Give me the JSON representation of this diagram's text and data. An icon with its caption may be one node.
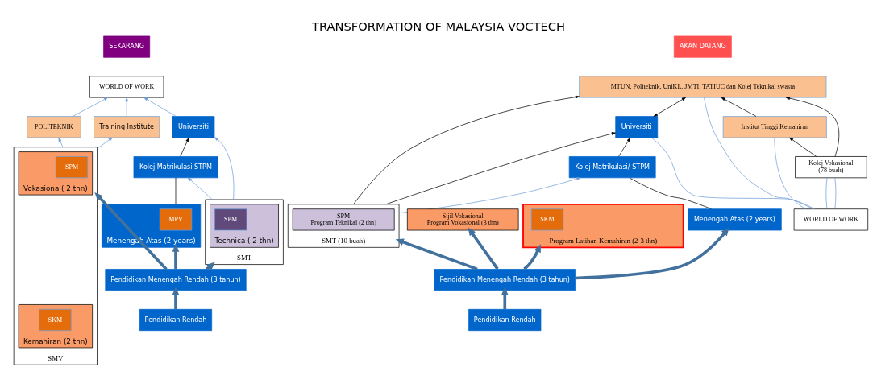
{
  "diagram": {
    "title": "TRANSFORMATION OF MALAYSIA VOCTECH",
    "nodes": [
      {
        "text": [
          "SEKARANG"
        ]
      },
      {
        "text": [
          "WORLD OF WORK"
        ]
      },
      {
        "text": [
          "Universiti"
        ]
      },
      {
        "text": [
          "POLITEKNIK"
        ]
      },
      {
        "text": [
          "Training Institute"
        ]
      },
      {
        "text": [
          "Kolej Matrikulasi STPM"
        ]
      },
      {
        "text": [
          "Menengah Atas (2 years)"
        ]
      },
      {
        "text": [
          "MPV"
        ],
        "in": 6
      },
      {
        "text": [
          "SMT"
        ]
      },
      {
        "text": [
          "Technica ( 2 thn)"
        ],
        "in": 8
      },
      {
        "text": [
          "SPM"
        ],
        "in": 9
      },
      {
        "text": [
          "SMV"
        ]
      },
      {
        "text": [
          "Vokasiona ( 2 thn)"
        ],
        "in": 11
      },
      {
        "text": [
          "SPM"
        ],
        "in": 12
      },
      {
        "text": [
          "Kemahiran (2 thn)"
        ],
        "in": 11
      },
      {
        "text": [
          "SKM"
        ],
        "in": 14
      },
      {
        "text": [
          "Pendidikan Menengah Rendah (3 tahun)"
        ]
      },
      {
        "text": [
          "Pendidikan Rendah"
        ]
      },
      {
        "text": [
          "AKAN DATANG"
        ]
      },
      {
        "text": [
          "Universiti"
        ]
      },
      {
        "text": [
          "MTUN, Politeknik, UniKL, JMTI, TATIUC dan Kolej Teknikal swasta"
        ]
      },
      {
        "text": [
          "WORLD OF WORK"
        ]
      },
      {
        "text": [
          "Institut Tinggi Kemahiran"
        ]
      },
      {
        "text": [
          "Kolej Matrikulasi/ STPM"
        ]
      },
      {
        "text": [
          "SMT (10 buah)"
        ]
      },
      {
        "text": [
          "SPM",
          "Program Teknikal (2 thn)"
        ],
        "in": 24
      },
      {
        "text": [
          "Kolej Vokasional",
          "(78 buah)"
        ]
      },
      {
        "text": [
          "Sijil Vokasional",
          "Program Vokasional (3 thn)"
        ]
      },
      {
        "text": [
          "Program Latihan Kemahiran (2-3 thn)"
        ]
      },
      {
        "text": [
          "SKM"
        ],
        "in": 28
      },
      {
        "text": [
          "Menengah Atas (2 years)"
        ]
      },
      {
        "text": [
          "Pendidikan Menengah Rendah (3 tahun)"
        ]
      },
      {
        "text": [
          "Pendidikan Rendah"
        ]
      }
    ],
    "edges": [
      {
        "from": 2,
        "to": 1,
        "arrow": "to"
      },
      {
        "from": 3,
        "to": 1,
        "arrow": "to"
      },
      {
        "from": 4,
        "to": 1,
        "arrow": "to"
      },
      {
        "from": 5,
        "to": 2,
        "arrow": "to",
        "color": "#000000"
      },
      {
        "from": 6,
        "to": 5,
        "arrow": "none",
        "color": "#000000"
      },
      {
        "from": 8,
        "to": 2,
        "arrow": "to"
      },
      {
        "from": 8,
        "to": 5,
        "arrow": "to"
      },
      {
        "from": 11,
        "to": 3,
        "arrow": "to"
      },
      {
        "from": 11,
        "to": 4,
        "arrow": "to"
      },
      {
        "from": 16,
        "to": 6,
        "arrow": "to",
        "style": "thick",
        "color": "#41719c"
      },
      {
        "from": 16,
        "to": 8,
        "arrow": "to",
        "style": "thick",
        "color": "#41719c"
      },
      {
        "from": 16,
        "to": 11,
        "arrow": "to",
        "style": "thick",
        "color": "#41719c"
      },
      {
        "from": 17,
        "to": 16,
        "arrow": "to",
        "style": "thick",
        "color": "#41719c"
      },
      {
        "from": 19,
        "to": 20,
        "arrow": "both",
        "color": "#000000"
      },
      {
        "from": 21,
        "to": 20,
        "arrow": "none"
      },
      {
        "from": 21,
        "to": 19,
        "arrow": "none"
      },
      {
        "from": 21,
        "to": 22,
        "arrow": "none"
      },
      {
        "from": 21,
        "to": 26,
        "arrow": "none"
      },
      {
        "from": 21,
        "to": 26,
        "arrow": "none"
      },
      {
        "from": 22,
        "to": 20,
        "arrow": "to",
        "color": "#000000"
      },
      {
        "from": 26,
        "to": 20,
        "arrow": "to",
        "color": "#000000"
      },
      {
        "from": 26,
        "to": 22,
        "arrow": "to",
        "color": "#000000"
      },
      {
        "from": 24,
        "to": 20,
        "arrow": "to",
        "color": "#000000"
      },
      {
        "from": 24,
        "to": 19,
        "arrow": "to",
        "color": "#000000"
      },
      {
        "from": 24,
        "to": 23,
        "arrow": "to"
      },
      {
        "from": 23,
        "to": 19,
        "arrow": "to",
        "color": "#000000"
      },
      {
        "from": 30,
        "to": 23,
        "arrow": "none",
        "color": "#000000"
      },
      {
        "from": 31,
        "to": 30,
        "arrow": "to",
        "style": "thick",
        "color": "#41719c"
      },
      {
        "from": 31,
        "to": 24,
        "arrow": "to",
        "style": "thick",
        "color": "#41719c"
      },
      {
        "from": 31,
        "to": 27,
        "arrow": "to",
        "style": "thick",
        "color": "#41719c"
      },
      {
        "from": 31,
        "to": 28,
        "arrow": "to",
        "style": "thick",
        "color": "#41719c"
      },
      {
        "from": 32,
        "to": 31,
        "arrow": "to",
        "style": "thick",
        "color": "#41719c"
      }
    ]
  }
}
